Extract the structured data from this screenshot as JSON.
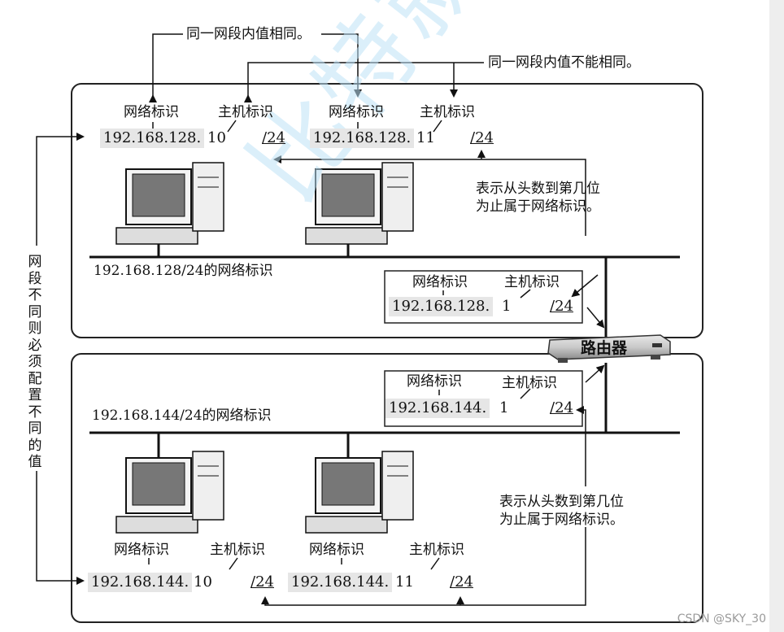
{
  "annotations": {
    "same_value": "同一网段内值相同。",
    "different_value": "同一网段内值不能相同。",
    "side_note": "网段不同则必须配置不同的值",
    "prefix_note_1": "表示从头数到第几位",
    "prefix_note_2": "为止属于网络标识。"
  },
  "labels": {
    "network_id": "网络标识",
    "host_id": "主机标识",
    "router": "路由器"
  },
  "segment1": {
    "caption": "192.168.128/24的网络标识",
    "pc1": {
      "net": "192.168.128.",
      "host": "10",
      "prefix": "/24"
    },
    "pc2": {
      "net": "192.168.128.",
      "host": "11",
      "prefix": "/24"
    },
    "router_if": {
      "net": "192.168.128.",
      "host": "1",
      "prefix": "/24"
    }
  },
  "segment2": {
    "caption": "192.168.144/24的网络标识",
    "pc1": {
      "net": "192.168.144.",
      "host": "10",
      "prefix": "/24"
    },
    "pc2": {
      "net": "192.168.144.",
      "host": "11",
      "prefix": "/24"
    },
    "router_if": {
      "net": "192.168.144.",
      "host": "1",
      "prefix": "/24"
    }
  },
  "watermark": "比特就业课",
  "credit": "CSDN @SKY_30"
}
